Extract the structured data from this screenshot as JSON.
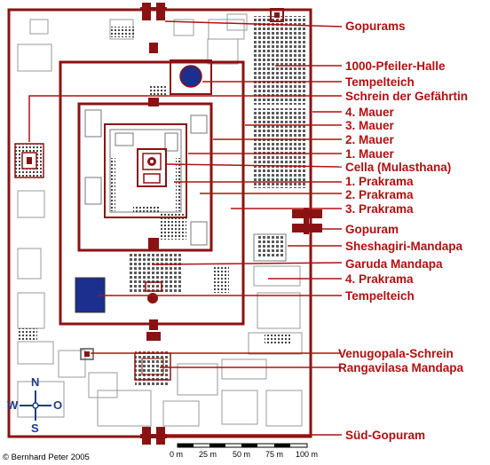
{
  "labels": [
    "Gopurams",
    "1000-Pfeiler-Halle",
    "Tempelteich",
    "Schrein der Gefährtin",
    "4. Mauer",
    "3. Mauer",
    "2. Mauer",
    "1. Mauer",
    "Cella (Mulasthana)",
    "1. Prakrama",
    "2. Prakrama",
    "3. Prakrama",
    "Gopuram",
    "Sheshagiri-Mandapa",
    "Garuda Mandapa",
    "4. Prakrama",
    "Tempelteich",
    "Venugopala-Schrein",
    "Rangavilasa Mandapa",
    "Süd-Gopuram"
  ],
  "compass": {
    "north": "N",
    "south": "S",
    "west": "W",
    "east": "O"
  },
  "scale": [
    "0 m",
    "25 m",
    "50 m",
    "75 m",
    "100 m"
  ],
  "copyright": "© Bernhard Peter 2005",
  "colors": {
    "wall": "#8b1212",
    "label": "#b01010",
    "pond": "#1c2f8f",
    "compass": "#1f3a8a"
  }
}
